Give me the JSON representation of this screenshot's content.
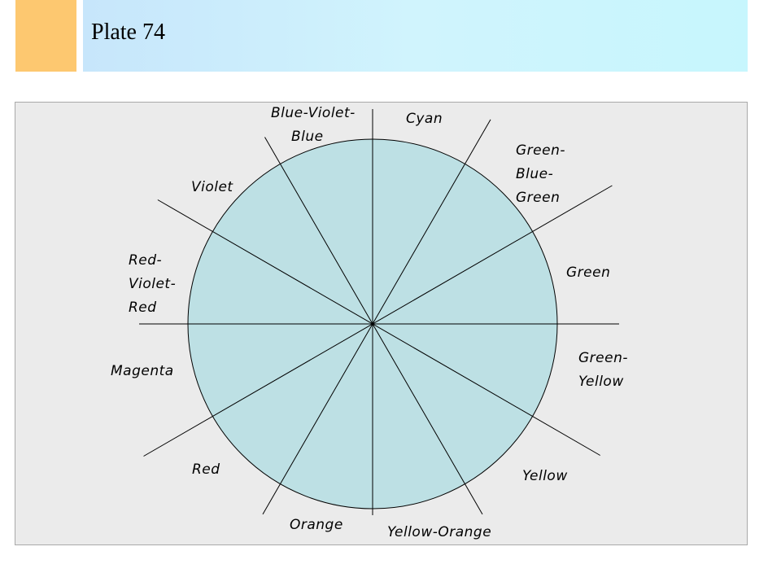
{
  "header": {
    "title": "Plate 74",
    "accent_color": "#fdc870",
    "bar_color": "#cdf1fc"
  },
  "diagram": {
    "circle_fill": "#bde0e4",
    "line_color": "#000000",
    "panel_color": "#ebebeb",
    "sectors": [
      {
        "key": "cyan",
        "lines": [
          "Cyan"
        ]
      },
      {
        "key": "green-blue-green",
        "lines": [
          "Green-",
          "Blue-",
          "Green"
        ]
      },
      {
        "key": "green",
        "lines": [
          "Green"
        ]
      },
      {
        "key": "green-yellow",
        "lines": [
          "Green-",
          "Yellow"
        ]
      },
      {
        "key": "yellow",
        "lines": [
          "Yellow"
        ]
      },
      {
        "key": "yellow-orange",
        "lines": [
          "Yellow-Orange"
        ]
      },
      {
        "key": "orange",
        "lines": [
          "Orange"
        ]
      },
      {
        "key": "red",
        "lines": [
          "Red"
        ]
      },
      {
        "key": "magenta",
        "lines": [
          "Magenta"
        ]
      },
      {
        "key": "red-violet-red",
        "lines": [
          "Red-",
          "Violet-",
          "Red"
        ]
      },
      {
        "key": "violet",
        "lines": [
          "Violet"
        ]
      },
      {
        "key": "blue-violet-blue",
        "lines": [
          "Blue-Violet-",
          "Blue"
        ]
      }
    ]
  }
}
